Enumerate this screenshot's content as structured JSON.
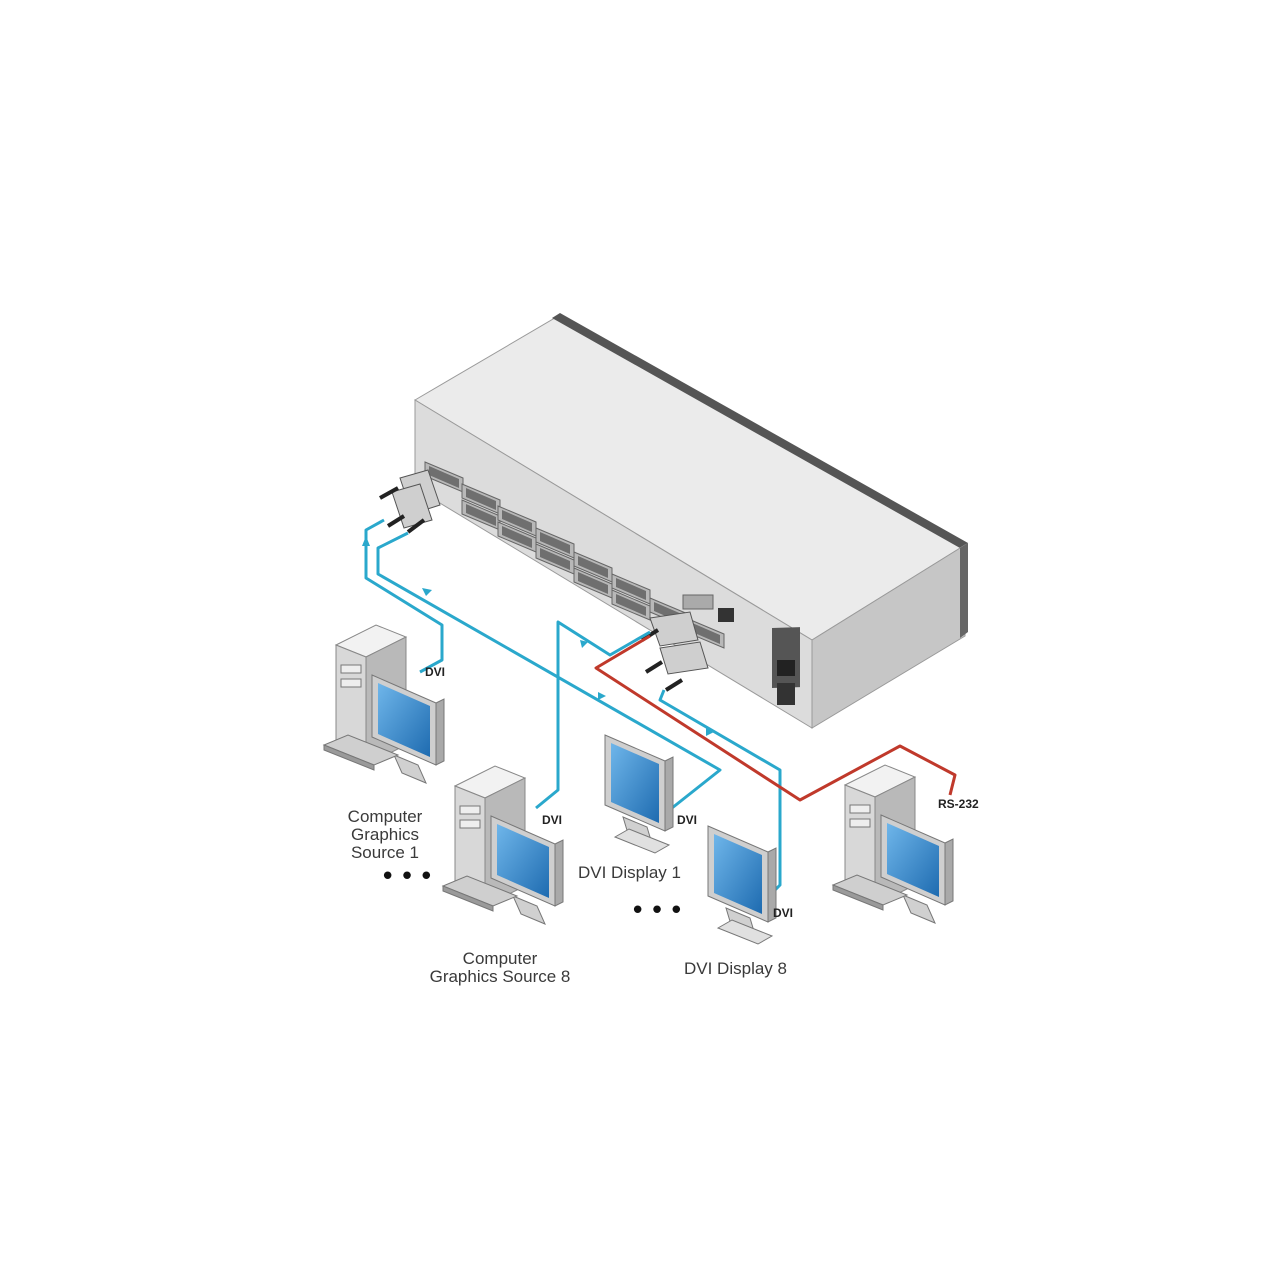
{
  "labels": {
    "source1_line1": "Computer",
    "source1_line2": "Graphics",
    "source1_line3": "Source 1",
    "source8_line1": "Computer",
    "source8_line2": "Graphics Source 8",
    "display1": "DVI Display 1",
    "display8": "DVI Display 8",
    "dvi_source1": "DVI",
    "dvi_source8": "DVI",
    "dvi_display1": "DVI",
    "dvi_display8": "DVI",
    "rs232": "RS-232",
    "ellipsis": "•••"
  },
  "colors": {
    "dvi_cable": "#2aa8cc",
    "rs232_cable": "#c0392b",
    "chassis_top": "#ececec",
    "chassis_front": "#d9d9d9",
    "chassis_side": "#c8c8c8",
    "screen": "#3d8fd0"
  }
}
